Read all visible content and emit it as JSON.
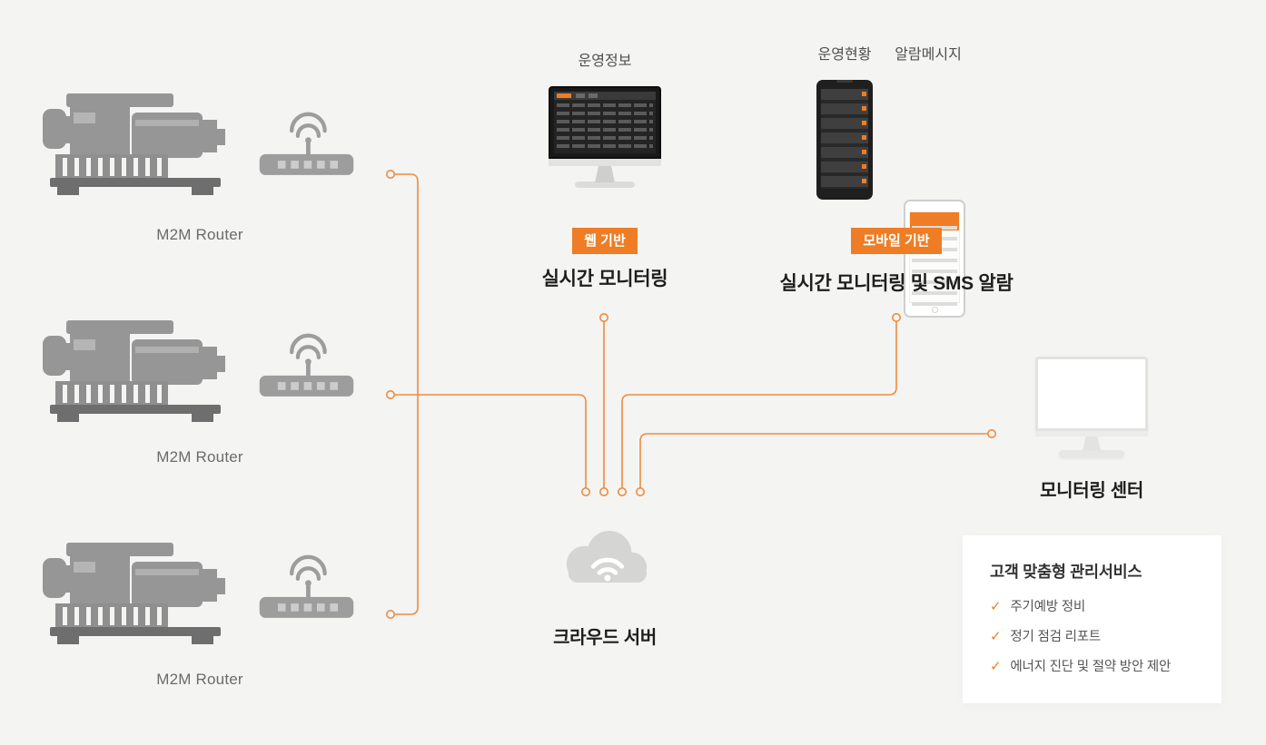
{
  "colors": {
    "accent": "#ee7d25",
    "line": "#ef8b3e",
    "background": "#f4f4f3"
  },
  "routers": [
    {
      "label": "M2M Router"
    },
    {
      "label": "M2M Router"
    },
    {
      "label": "M2M Router"
    }
  ],
  "web": {
    "title": "운영정보",
    "badge": "웹 기반",
    "caption": "실시간 모니터링"
  },
  "mobile": {
    "phone1_title": "운영현황",
    "phone2_title": "알람메시지",
    "badge": "모바일 기반",
    "caption": "실시간 모니터링 및 SMS 알람"
  },
  "cloud": {
    "caption": "크라우드 서버"
  },
  "monitoring_center": {
    "caption": "모니터링 센터"
  },
  "service_card": {
    "title": "고객 맞춤형 관리서비스",
    "check_icon": "✓",
    "items": [
      "주기예방 정비",
      "정기 점검 리포트",
      "에너지 진단 및 절약 방안 제안"
    ]
  }
}
